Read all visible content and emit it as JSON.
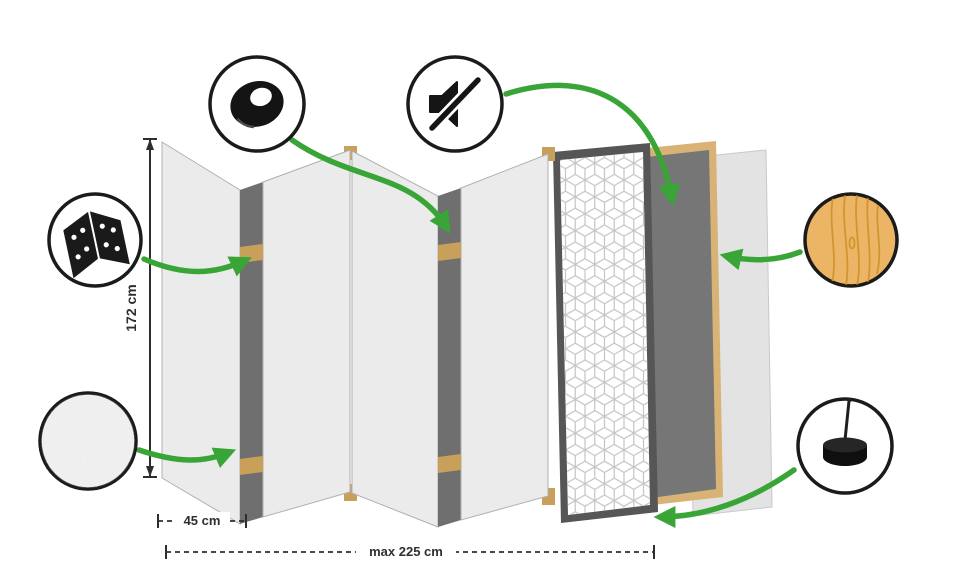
{
  "labels": {
    "height": "172 cm",
    "panel_width": "45 cm",
    "max_width": "max 225 cm"
  },
  "colors": {
    "arrow_green": "#3aa537",
    "dimension": "#2e2e2e",
    "panel_face": "#ebebeb",
    "panel_edge_dark": "#6f6f6f",
    "hinge_wood": "#c9a05a",
    "frame_wood": "#d8b375",
    "back_panel_dark": "#767676",
    "wood_sample": "#ecb566",
    "icon_black": "#141414"
  },
  "features": [
    {
      "icon": "hinge-icon"
    },
    {
      "icon": "tape-roll-icon"
    },
    {
      "icon": "muted-speaker-icon"
    },
    {
      "icon": "wood-texture-icon"
    },
    {
      "icon": "fleece-texture-icon"
    },
    {
      "icon": "felt-pad-icon"
    }
  ]
}
